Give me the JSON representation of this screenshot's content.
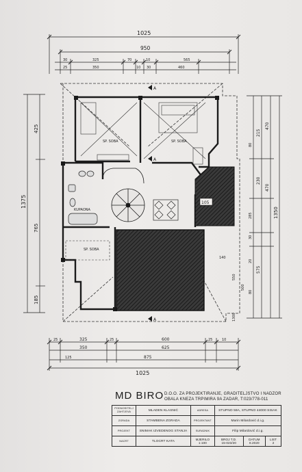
{
  "plan": {
    "dims": {
      "top_total": "1025",
      "top_inner": "950",
      "top_segments": [
        "30",
        "325",
        "70",
        "10",
        "565"
      ],
      "top_small": [
        "25",
        "350",
        "10",
        "30",
        "460"
      ],
      "left_total": "1375",
      "left_a": "425",
      "left_b": "765",
      "left_c": "185",
      "right_total": "1350",
      "right_parts": [
        "470",
        "215",
        "230",
        "470",
        "575"
      ],
      "right_inner": [
        "80",
        "285",
        "30",
        "20",
        "80"
      ],
      "bottom_segments": [
        "25",
        "325",
        "25",
        "600",
        "25",
        "10"
      ],
      "bottom_mid": [
        "350",
        "625"
      ],
      "bottom_small": [
        "125",
        "875"
      ],
      "bottom_total": "1025",
      "inside": [
        "140",
        "550",
        "500",
        "1300"
      ]
    },
    "rooms": {
      "r1": "SP. SOBA",
      "r2": "SP. SOBA",
      "bath": "KUPAONA",
      "r3": "SP. SOBA",
      "tag": "105"
    },
    "markers": {
      "a": "A",
      "b": "A",
      "c": "A"
    }
  },
  "firm": {
    "name": "MD BIRO",
    "line1": "D.O.O. ZA PROJEKTIRANJE, GRADITELJSTVO I NADZOR",
    "line2": "OBALA KNEZA TRPIMIRA 9A ZADAR, T:023/778-011"
  },
  "titleblock": {
    "rows": [
      {
        "k1": "PODNOSITELJ ZAHTJEVA",
        "v1": "MLADEN KLASNIĆ",
        "k2": "ADRESA",
        "v2": "STUPNO 59A, STUPNO 44000 SISAK"
      },
      {
        "k1": "ZGRADA",
        "v1": "STAMBENA ZGRADA",
        "k2": "PROJEKTANT",
        "v2": "Marin Milardović d.i.g."
      },
      {
        "k1": "PROJEKT",
        "v1": "SNIMAK IZVEDENOG STANJA",
        "k2": "SURADNIK",
        "v2": "Filip Milardović d.i.g."
      }
    ],
    "last": {
      "k": "NACRT",
      "v": "TLOCRT KATA",
      "mjerilo_k": "MJERILO",
      "mjerilo_v": "1:100",
      "broj_k": "BROJ T.D.",
      "broj_v": "15-023/20",
      "datum_k": "DATUM",
      "datum_v": "8.2020",
      "list_k": "LIST",
      "list_v": "2"
    }
  }
}
